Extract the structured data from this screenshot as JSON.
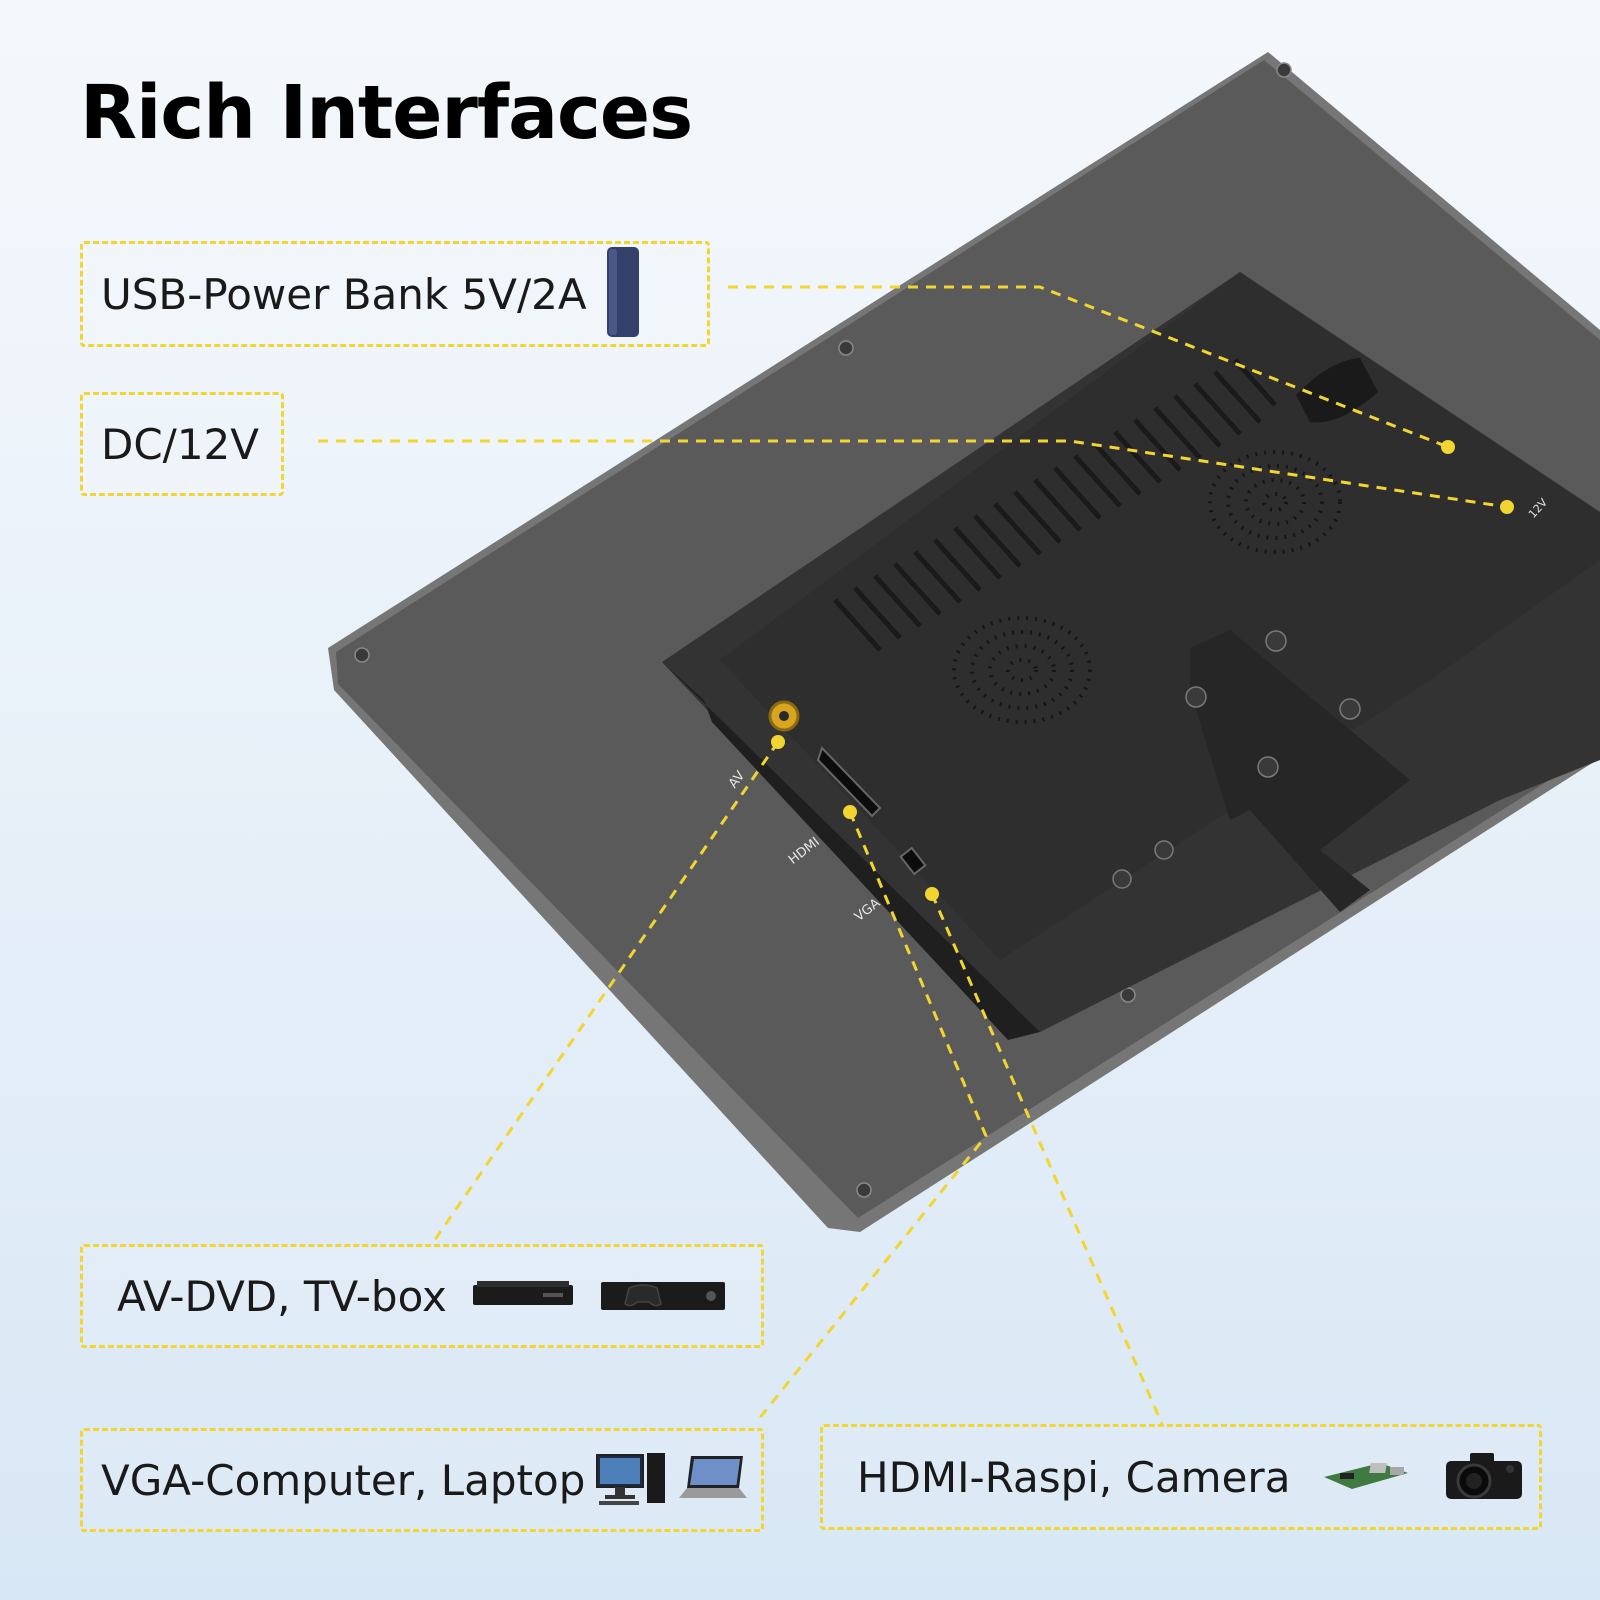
{
  "title": "Rich Interfaces",
  "callouts": {
    "usb": {
      "label": "USB-Power Bank 5V/2A",
      "icons": [
        "power-bank-icon"
      ]
    },
    "dc": {
      "label": "DC/12V"
    },
    "av": {
      "label": "AV-DVD, TV-box",
      "icons": [
        "dvd-player-icon",
        "game-console-icon"
      ]
    },
    "vga": {
      "label": "VGA-Computer, Laptop",
      "icons": [
        "desktop-computer-icon",
        "laptop-icon"
      ]
    },
    "hdmi": {
      "label": "HDMI-Raspi, Camera",
      "icons": [
        "raspberry-pi-board-icon",
        "camera-icon"
      ]
    }
  },
  "ports": {
    "av": "AV",
    "hdmi": "HDMI",
    "vga": "VGA",
    "dc": "12V"
  },
  "colors": {
    "accent": "#f2d530",
    "device_body": "#4a4a4a",
    "device_edge": "#6b6b6b",
    "panel": "#2b2b2b"
  }
}
